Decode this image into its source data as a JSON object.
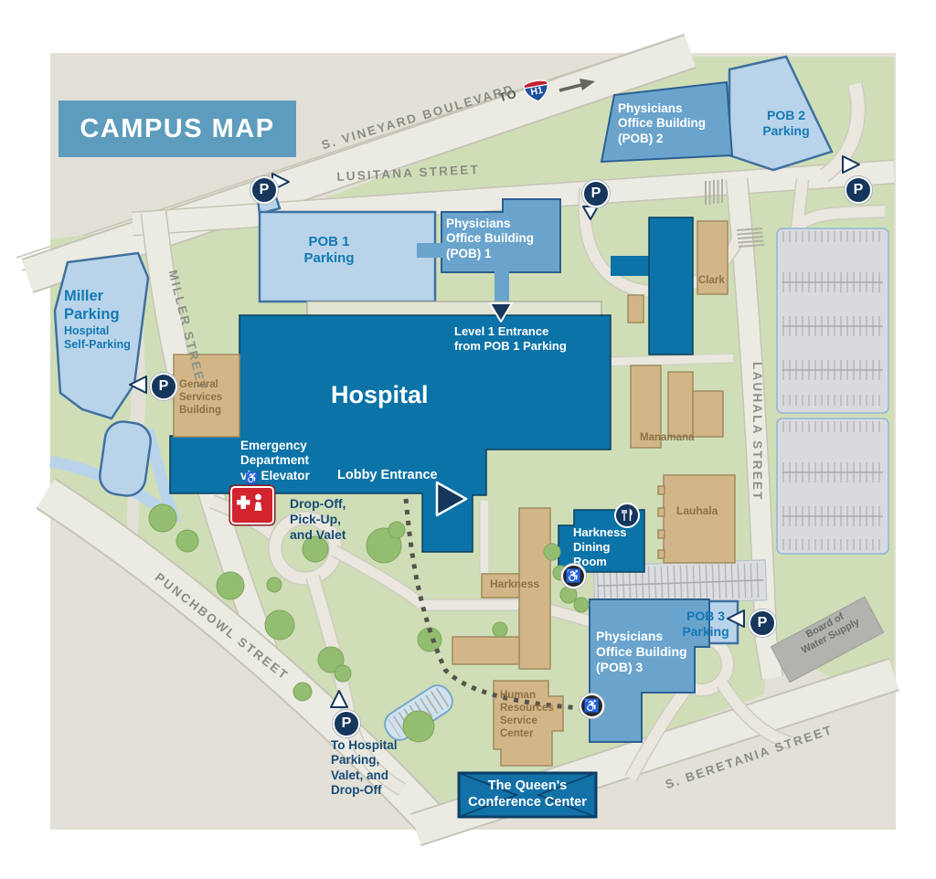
{
  "title": "CAMPUS MAP",
  "highway": {
    "to": "TO",
    "shield": "H1"
  },
  "streets": {
    "vineyard": "S. VINEYARD BOULEVARD",
    "lusitana": "LUSITANA STREET",
    "miller": "MILLER STREET",
    "punchbowl": "PUNCHBOWL STREET",
    "beretania": "S. BERETANIA STREET",
    "lauhala": "LAUHALA STREET"
  },
  "buildings": {
    "hospital": {
      "label": "Hospital"
    },
    "pob1": {
      "label": "Physicians\nOffice Building\n(POB) 1"
    },
    "pob2": {
      "label": "Physicians\nOffice Building\n(POB) 2"
    },
    "pob3": {
      "label": "Physicians\nOffice Building\n(POB) 3"
    },
    "pob1_parking": {
      "label": "POB 1\nParking"
    },
    "pob2_parking": {
      "label": "POB 2\nParking"
    },
    "pob3_parking": {
      "label": "POB 3\nParking"
    },
    "miller_parking": {
      "label": "Miller\nParking",
      "sublabel": "Hospital\nSelf-Parking"
    },
    "general_services": {
      "label": "General\nServices\nBuilding"
    },
    "clark": {
      "label": "Clark"
    },
    "manamana": {
      "label": "Manamana"
    },
    "lauhala": {
      "label": "Lauhala"
    },
    "harkness": {
      "label": "Harkness"
    },
    "harkness_dining": {
      "label": "Harkness\nDining\nRoom"
    },
    "hr_center": {
      "label": "Human\nResources\nService\nCenter"
    },
    "conference_center": {
      "label": "The Queen's\nConference Center"
    },
    "water_supply": {
      "label": "Board of\nWater Supply"
    }
  },
  "annotations": {
    "emergency": "Emergency\nDepartment\nvia Elevator",
    "lobby": "Lobby Entrance",
    "dropoff": "Drop-Off,\nPick-Up,\nand Valet",
    "level1": "Level 1 Entrance\nfrom POB 1 Parking",
    "to_parking": "To Hospital\nParking,\nValet, and\nDrop-Off"
  },
  "icons": {
    "parking_glyph": "P",
    "accessible_glyph": "♿",
    "emergency_marker_glyph": "♿"
  },
  "colors": {
    "hospital_blue": "#0B73A7",
    "building_blue": "#6AA4CD",
    "parking_light_blue": "#B9D4EA",
    "campus_green": "#CFDEB7",
    "building_tan": "#D3B687",
    "navy": "#16365C",
    "parking_text_blue": "#1379B4",
    "banner_blue": "#5D9CBD",
    "shield_red": "#C32032",
    "shield_blue": "#1D4F9C"
  }
}
